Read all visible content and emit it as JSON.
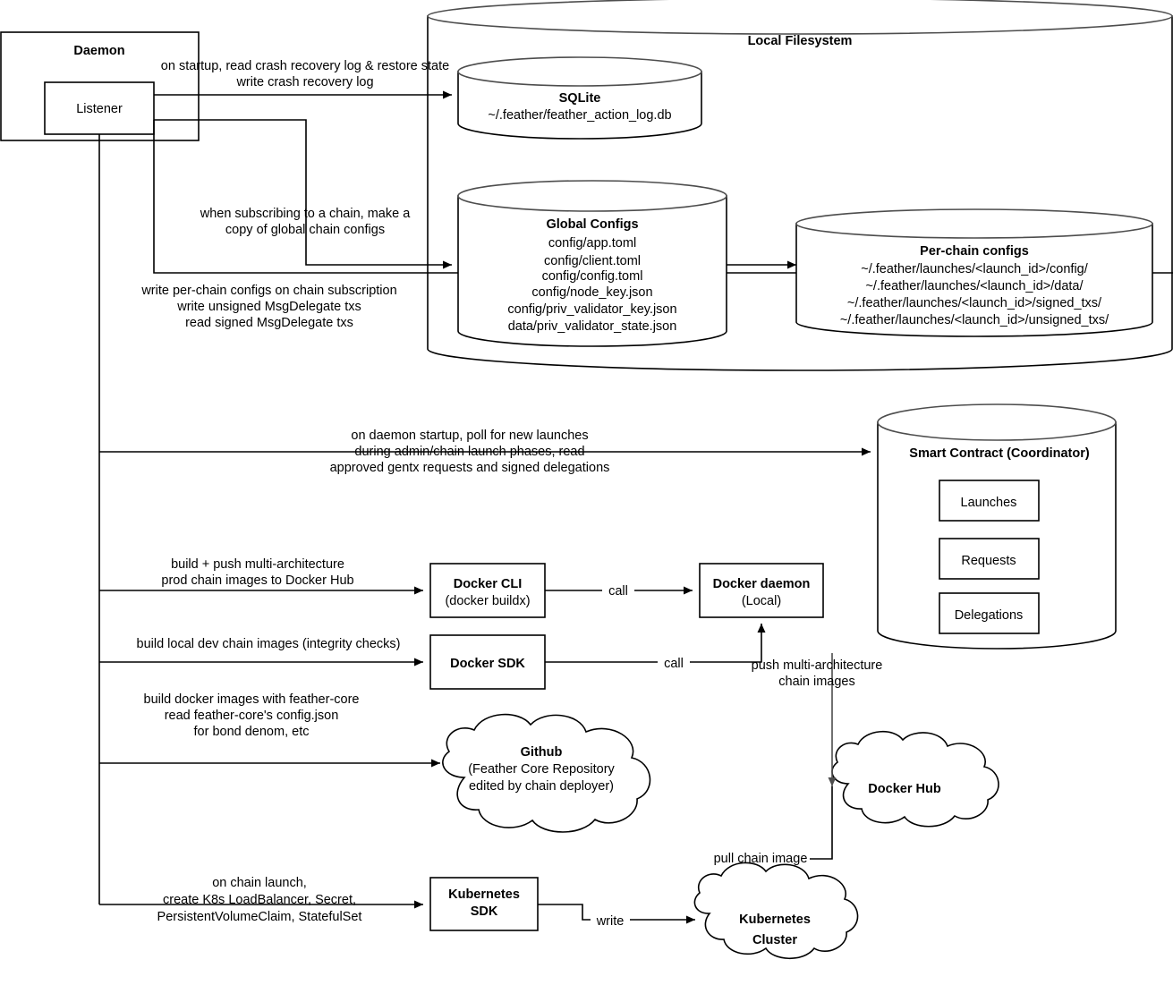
{
  "diagram": {
    "title": "Feather daemon architecture diagram",
    "nodes": {
      "daemon": {
        "label": "Daemon"
      },
      "listener": {
        "label": "Listener"
      },
      "local_filesystem": {
        "label": "Local Filesystem"
      },
      "sqlite": {
        "title": "SQLite",
        "lines": [
          "~/.feather/feather_action_log.db"
        ]
      },
      "global_configs": {
        "title": "Global Configs",
        "lines": [
          "config/app.toml",
          "config/client.toml",
          "config/config.toml",
          "config/node_key.json",
          "config/priv_validator_key.json",
          "data/priv_validator_state.json"
        ]
      },
      "per_chain_configs": {
        "title": "Per-chain configs",
        "lines": [
          "~/.feather/launches/<launch_id>/config/",
          "~/.feather/launches/<launch_id>/data/",
          "~/.feather/launches/<launch_id>/signed_txs/",
          "~/.feather/launches/<launch_id>/unsigned_txs/"
        ]
      },
      "smart_contract": {
        "title": "Smart Contract (Coordinator)",
        "items": [
          "Launches",
          "Requests",
          "Delegations"
        ]
      },
      "docker_cli": {
        "title": "Docker CLI",
        "subtitle": "(docker buildx)"
      },
      "docker_daemon": {
        "title": "Docker daemon",
        "subtitle": "(Local)"
      },
      "docker_sdk": {
        "title": "Docker SDK"
      },
      "github": {
        "title": "Github",
        "lines": [
          "(Feather Core Repository",
          "edited by chain deployer)"
        ]
      },
      "docker_hub": {
        "title": "Docker Hub"
      },
      "kubernetes_sdk": {
        "lines": [
          "Kubernetes",
          "SDK"
        ]
      },
      "kubernetes_cluster": {
        "lines": [
          "Kubernetes",
          "Cluster"
        ]
      }
    },
    "edge_labels": {
      "crash_recovery": [
        "on startup, read crash recovery log & restore state",
        "write crash recovery log"
      ],
      "subscribe_copy": [
        "when subscribing to a chain, make a",
        "copy of global chain configs"
      ],
      "write_per_chain": [
        "write per-chain configs on chain subscription",
        "write unsigned MsgDelegate txs",
        "read signed MsgDelegate txs"
      ],
      "poll_launches": [
        "on daemon startup, poll for new launches",
        "during admin/chain launch phases, read",
        "approved gentx requests and signed delegations"
      ],
      "build_push": [
        "build + push multi-architecture",
        "prod chain images to Docker Hub"
      ],
      "build_local_dev": [
        "build local dev chain images (integrity checks)"
      ],
      "build_feather_core": [
        "build docker images with feather-core",
        "read feather-core's config.json",
        "for bond denom, etc"
      ],
      "on_chain_launch": [
        "on chain launch,",
        "create K8s LoadBalancer, Secret,",
        "PersistentVolumeClaim, StatefulSet"
      ],
      "call_cli": "call",
      "call_sdk": "call",
      "push_multiarch": [
        "push multi-architecture",
        "chain images"
      ],
      "pull_chain_image": "pull chain image",
      "write_k8s": "write"
    },
    "colors": {
      "stroke": "#000000",
      "stroke_soft": "#4d4d4d",
      "fill": "#ffffff"
    }
  }
}
